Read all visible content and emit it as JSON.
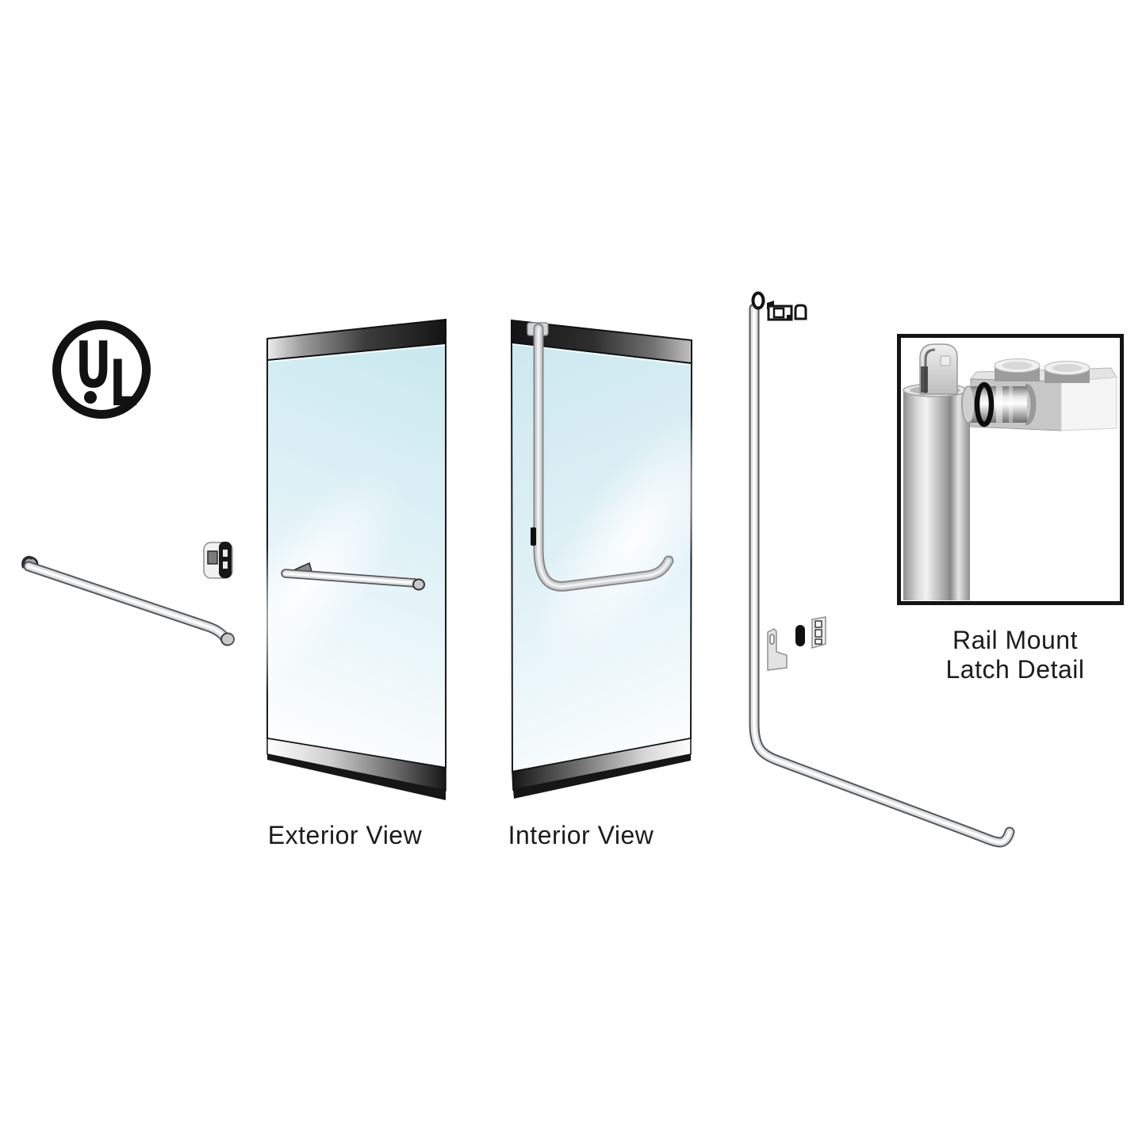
{
  "ul_mark": {
    "letter_u": "U",
    "letter_l": "L"
  },
  "labels": {
    "exterior_view": "Exterior View",
    "interior_view": "Interior View",
    "detail_caption_line1": "Rail Mount",
    "detail_caption_line2": "Latch Detail"
  },
  "colors": {
    "background": "#ffffff",
    "glass_tint": "#cde9f0",
    "chrome_light": "#ffffff",
    "chrome_dark": "#54575a",
    "frame_dark": "#141414",
    "text": "#1c1c1c"
  }
}
